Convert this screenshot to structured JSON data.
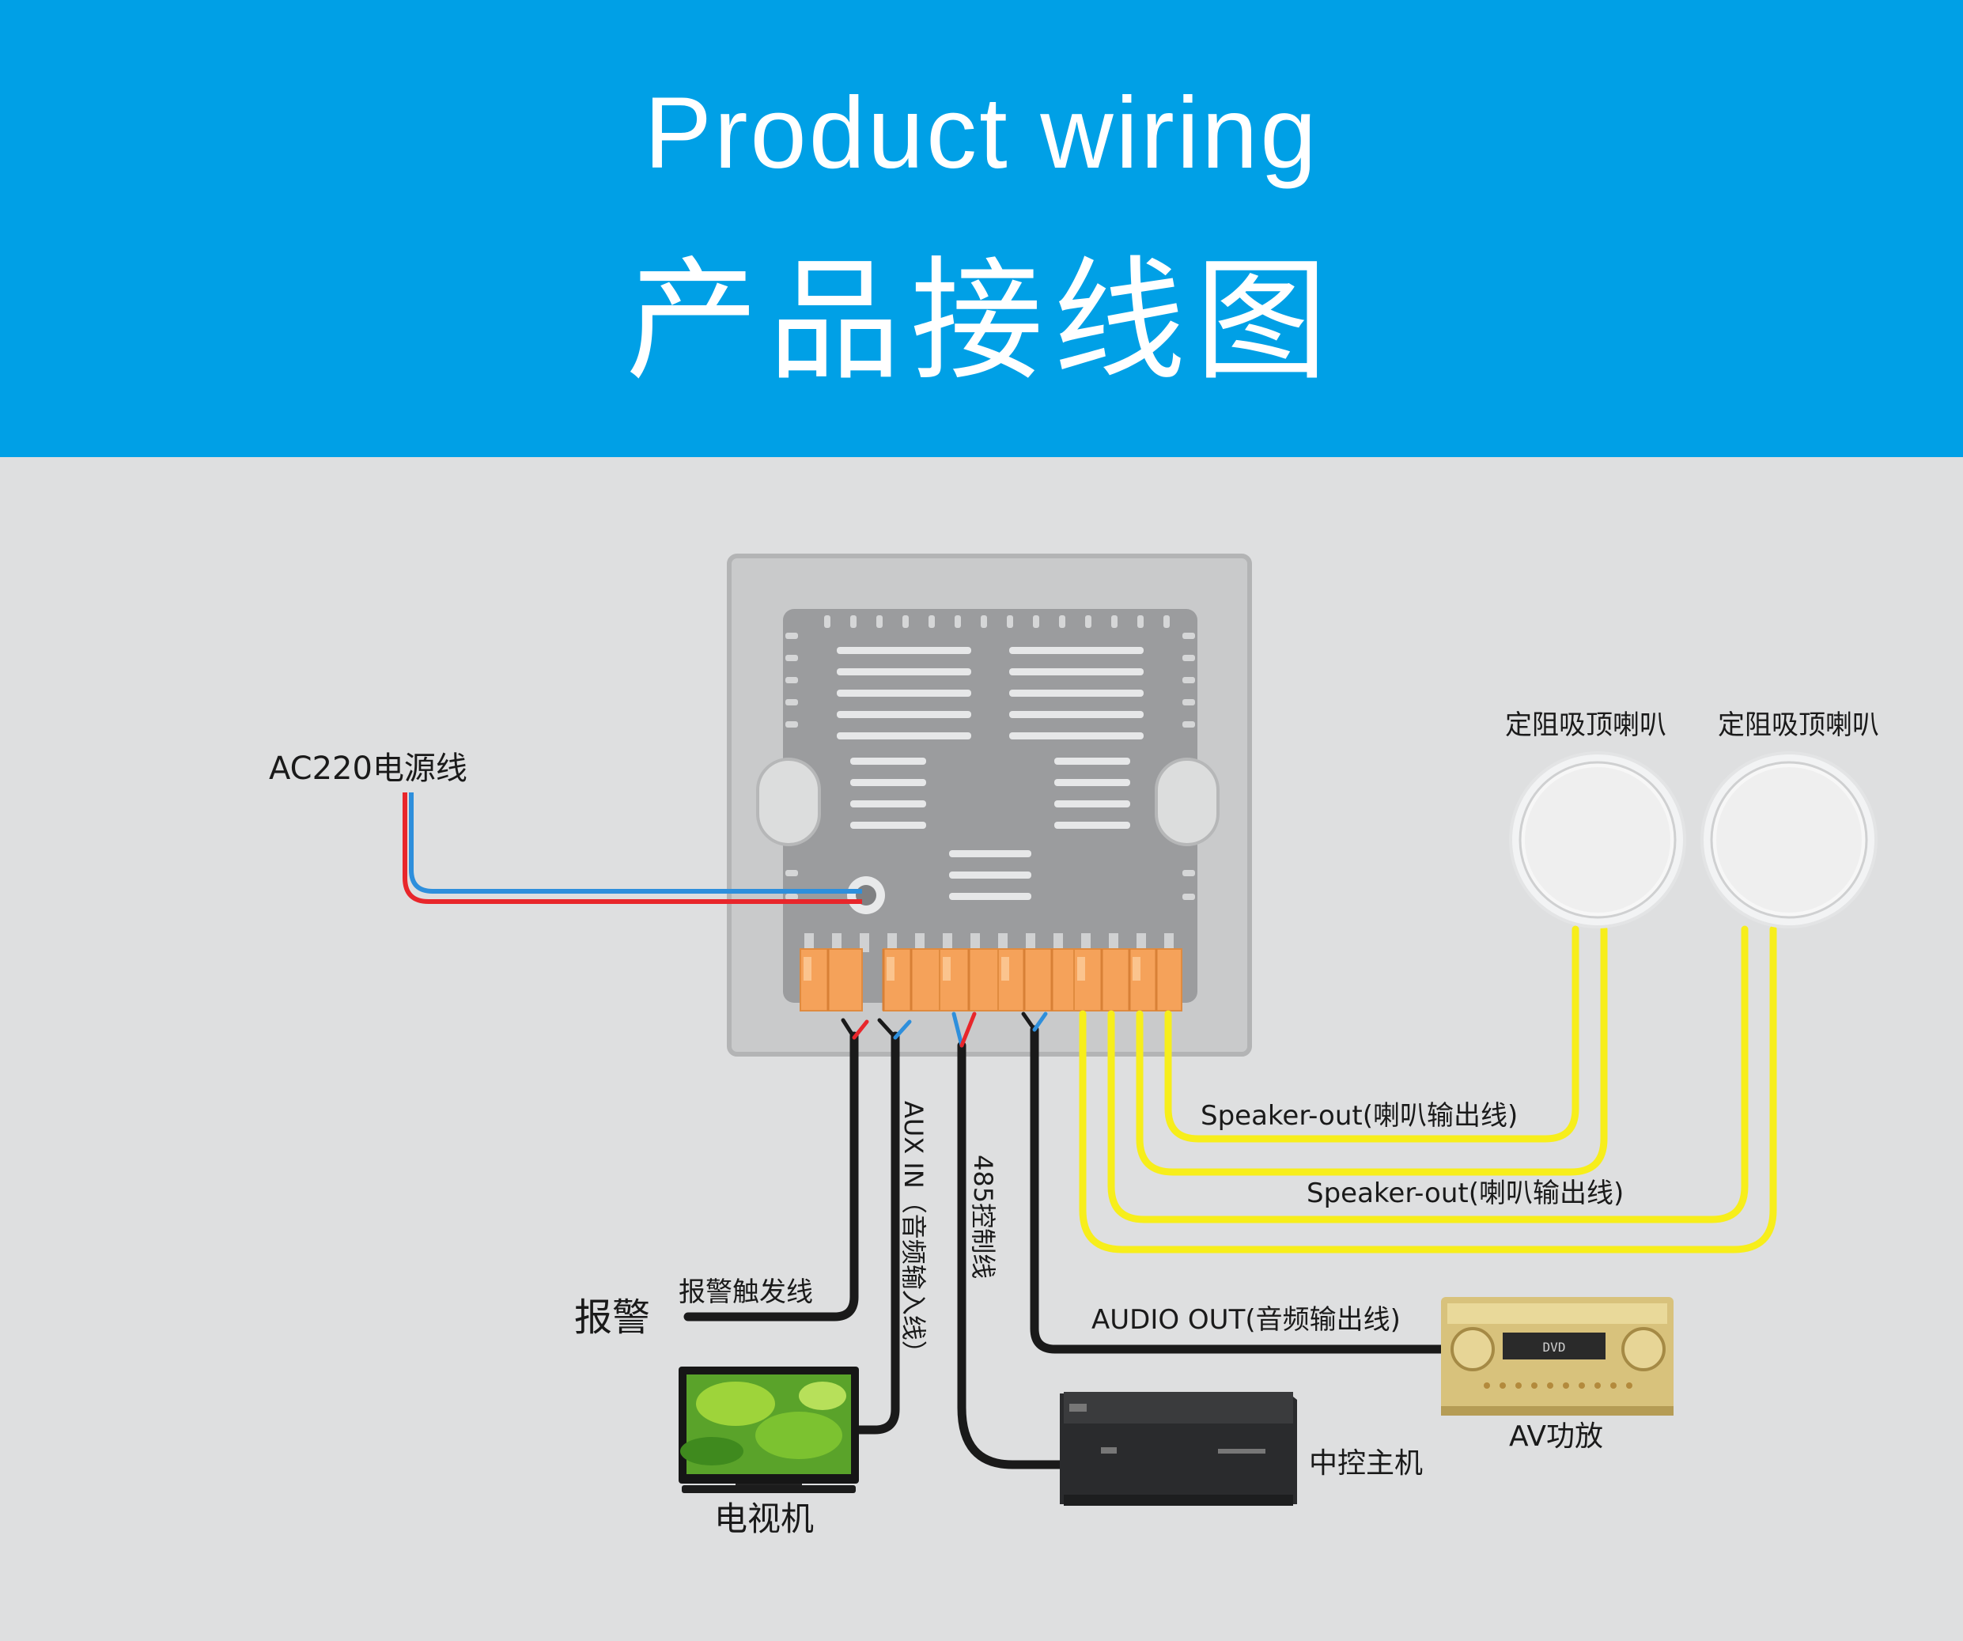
{
  "header": {
    "title_en": "Product wiring",
    "title_cn": "产品接线图"
  },
  "labels": {
    "power": "AC220电源线",
    "speaker_top_left": "定阻吸顶喇叭",
    "speaker_top_right": "定阻吸顶喇叭",
    "speaker_out_1": "Speaker-out(喇叭输出线)",
    "speaker_out_2": "Speaker-out(喇叭输出线)",
    "aux_in": "AUX IN（音频输入线）",
    "control_485": "485控制线",
    "alarm_trigger": "报警触发线",
    "alarm": "报警",
    "audio_out": "AUDIO OUT(音频输出线)",
    "tv": "电视机",
    "central_host": "中控主机",
    "av_amp": "AV功放",
    "dvd_display": "DVD"
  },
  "colors": {
    "header_bg": "#00a0e6",
    "page_bg": "#dedfe0",
    "terminal_orange": "#f5a25a",
    "speaker_wire": "#f7ee1b",
    "power_red": "#e8262b",
    "power_blue": "#2e8fdc",
    "cable_black": "#1a1a1a"
  }
}
